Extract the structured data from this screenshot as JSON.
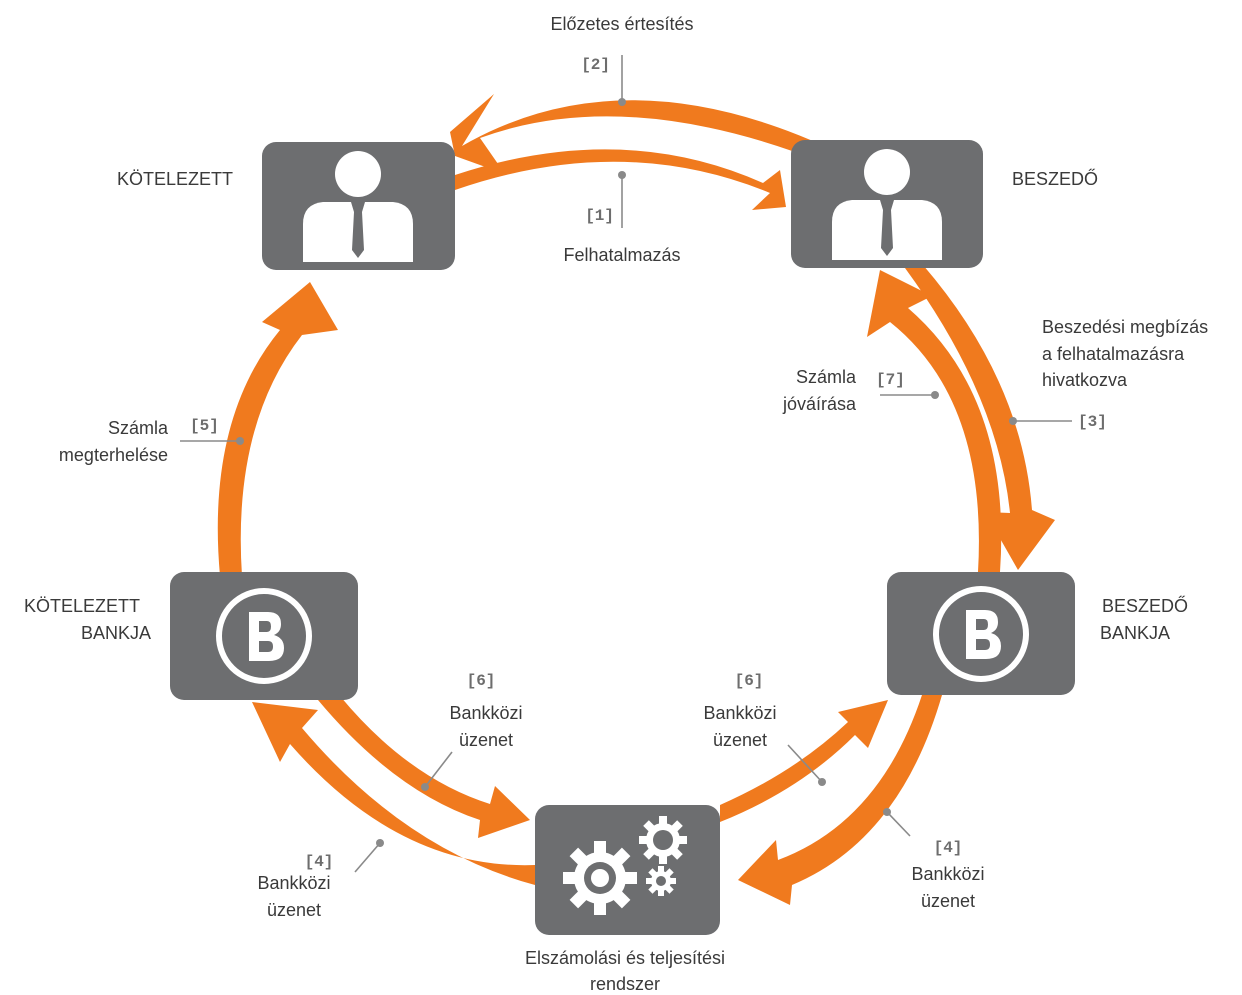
{
  "nodes": {
    "obligor": {
      "label": "KÖTELEZETT"
    },
    "collector": {
      "label": "BESZEDŐ"
    },
    "obligor_bank": {
      "label_line1": "KÖTELEZETT",
      "label_line2": "BANKJA"
    },
    "collector_bank": {
      "label_line1": "BESZEDŐ",
      "label_line2": "BANKJA"
    },
    "clearing": {
      "label_line1": "Elszámolási és teljesítési",
      "label_line2": "rendszer"
    }
  },
  "bank_icon_letter": "B",
  "steps": {
    "s1": {
      "ref": "[1]",
      "text": "Felhatalmazás"
    },
    "s2": {
      "ref": "[2]",
      "text": "Előzetes értesítés"
    },
    "s3": {
      "ref": "[3]",
      "line1": "Beszedési megbízás",
      "line2": "a felhatalmazásra",
      "line3": "hivatkozva"
    },
    "s4_left": {
      "ref": "[4]",
      "line1": "Bankközi",
      "line2": "üzenet"
    },
    "s4_right": {
      "ref": "[4]",
      "line1": "Bankközi",
      "line2": "üzenet"
    },
    "s5": {
      "ref": "[5]",
      "line1": "Számla",
      "line2": "megterhelése"
    },
    "s6_left": {
      "ref": "[6]",
      "line1": "Bankközi",
      "line2": "üzenet"
    },
    "s6_right": {
      "ref": "[6]",
      "line1": "Bankközi",
      "line2": "üzenet"
    },
    "s7": {
      "ref": "[7]",
      "line1": "Számla",
      "line2": "jóváírása"
    }
  },
  "colors": {
    "arrow": "#f07a1e",
    "node": "#6d6e70",
    "icon": "#ffffff",
    "text": "#3a3a3a"
  },
  "icons": {
    "person": "person-with-tie-icon",
    "bank": "bank-b-icon",
    "clearing": "gears-icon"
  }
}
